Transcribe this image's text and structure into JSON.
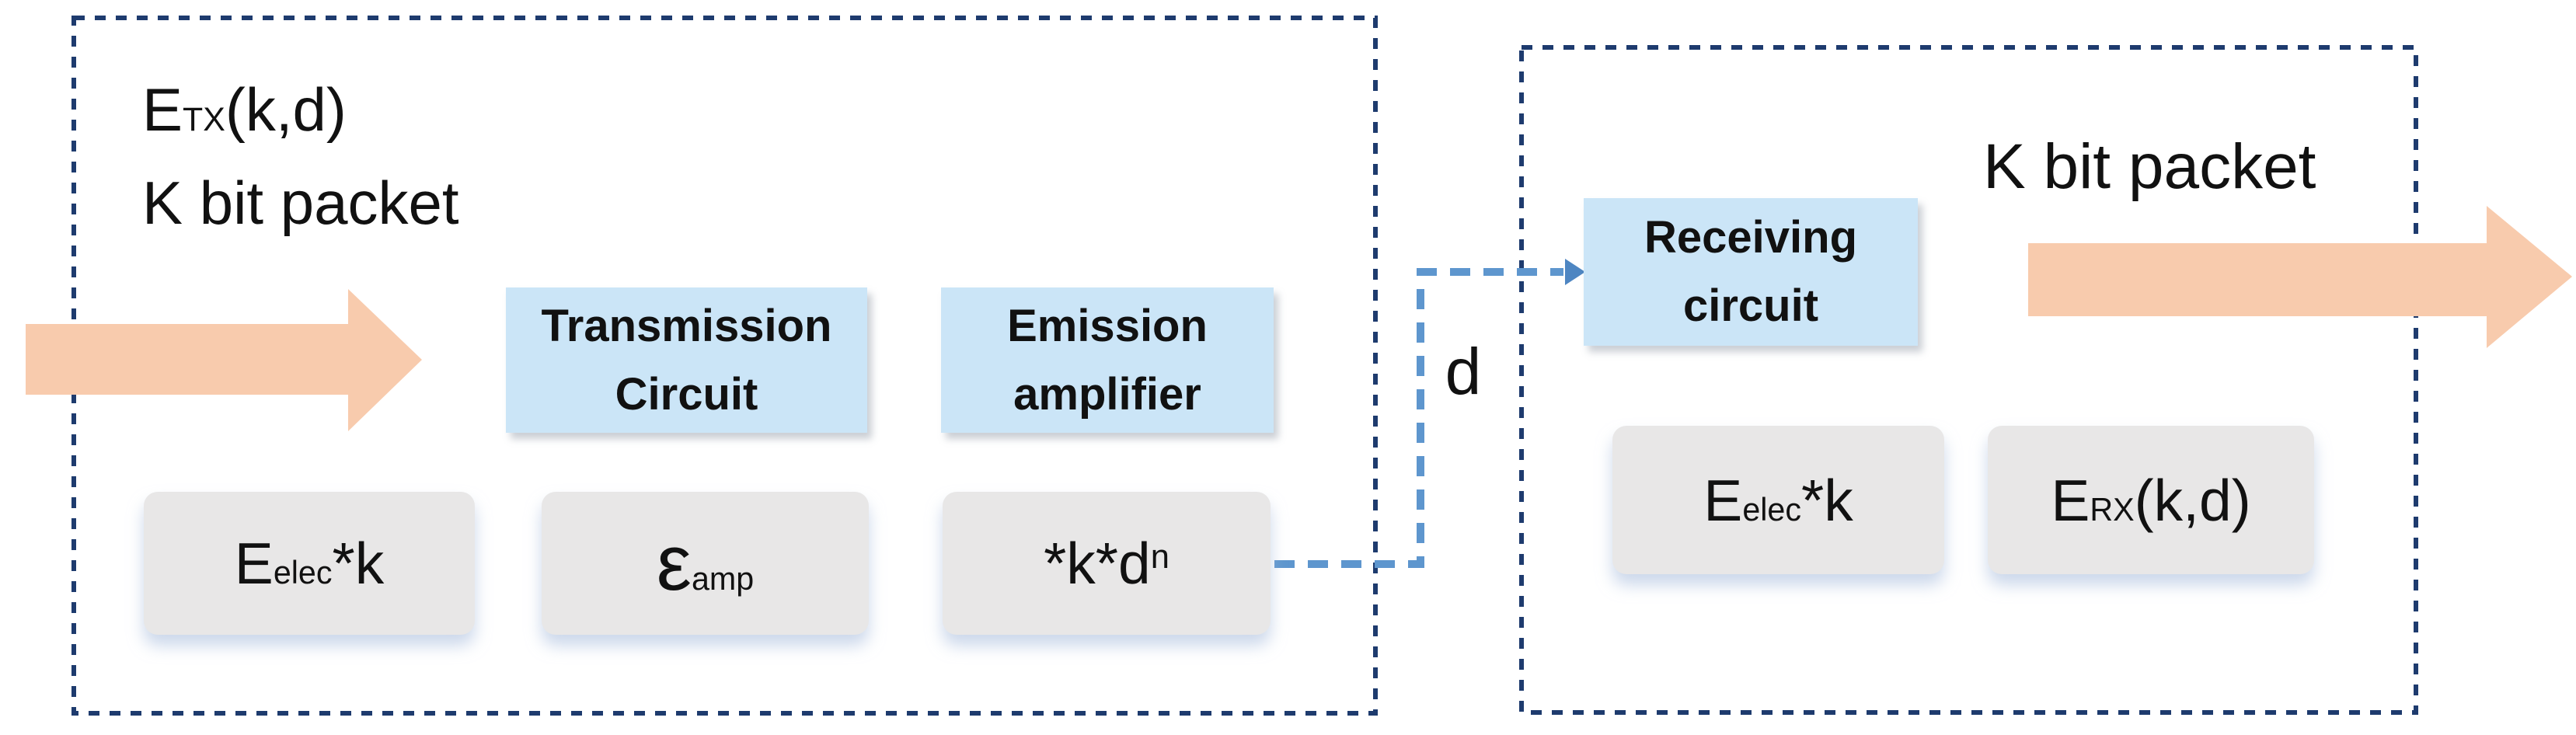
{
  "colors": {
    "box_border": "#1E3B6E",
    "blue_fill": "#CBE5F7",
    "gray_fill": "#E8E7E7",
    "orange": "#F8CBAD",
    "connector": "#5E96CE",
    "connector_head": "#4E86C2",
    "text": "#111111"
  },
  "tx_unit": {
    "energy_formula": {
      "base": "E",
      "sub": "TX",
      "args": "(k,d)"
    },
    "packet_label": "K bit packet",
    "transmission_circuit": {
      "line1": "Transmission",
      "line2": "Circuit"
    },
    "emission_amplifier": {
      "line1": "Emission",
      "line2": "amplifier"
    },
    "electronics_energy": {
      "base": "E",
      "sub": "elec",
      "rest": "*k"
    },
    "amplifier_energy": {
      "base": "ε",
      "sub": "amp",
      "rest": ""
    },
    "distance_energy": {
      "base": "*k*d",
      "sup": "n"
    }
  },
  "channel": {
    "distance_label": "d"
  },
  "rx_unit": {
    "packet_label": "K bit packet",
    "receiving_circuit": {
      "line1": "Receiving",
      "line2": "circuit"
    },
    "electronics_energy": {
      "base": "E",
      "sub": "elec",
      "rest": "*k"
    },
    "receive_energy": {
      "base": "E",
      "sub": "RX",
      "rest": "(k,d)"
    }
  }
}
